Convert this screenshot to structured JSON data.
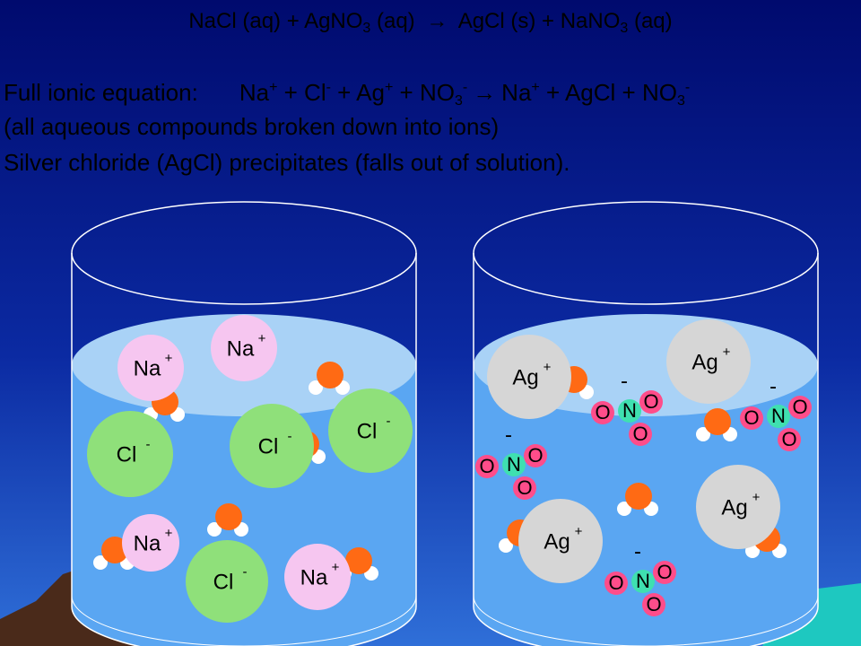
{
  "equation": {
    "p1": "NaCl (aq) + AgNO",
    "s1": "3",
    "p2": " (aq) ",
    "arrow": "→",
    "p3": " AgCl (s) + NaNO",
    "s2": "3",
    "p4": " (aq)"
  },
  "ionic": {
    "label": "Full ionic equation:",
    "na": "Na",
    "plus": "+",
    "plus_sep": " + ",
    "cl": "Cl",
    "minus": "-",
    "ag": "Ag",
    "no": "NO",
    "three": "3",
    "arrow": "→",
    "agcl": " + AgCl + "
  },
  "note1": "(all aqueous compounds broken down into ions)",
  "note2": "Silver chloride (AgCl) precipitates (falls out of solution).",
  "labels": {
    "na": "Na",
    "ag": "Ag",
    "cl": "Cl",
    "plus": "+",
    "minus": "-",
    "n": "N",
    "o": "O"
  },
  "colors": {
    "sky_top": "#000a6e",
    "sky_bottom": "#2f6fd8",
    "water": "#5aa6f2",
    "water_surface": "#a9d2f6",
    "na_ion": "#f6c6f0",
    "cl_ion": "#8fe07a",
    "ag_ion": "#d6d6d6",
    "oxygen": "#ff4d8a",
    "nitrogen": "#3fe0b0",
    "water_oxygen": "#ff6a14"
  }
}
